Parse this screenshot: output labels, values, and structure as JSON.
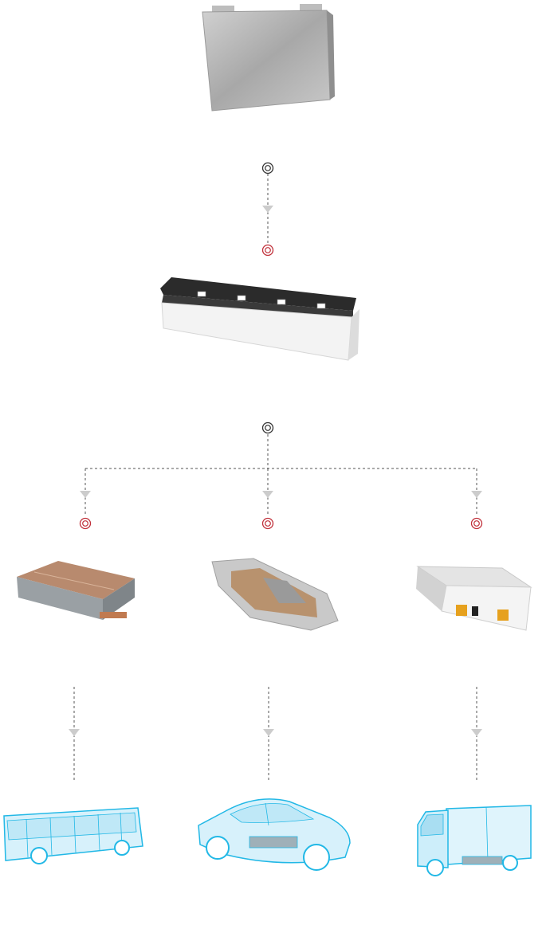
{
  "diagram": {
    "stages": [
      {
        "id": "cell",
        "icon": "battery-cell-icon"
      },
      {
        "id": "module",
        "icon": "battery-module-icon"
      },
      {
        "id": "packs",
        "items": [
          {
            "id": "pack-bus",
            "icon": "battery-pack-bus-icon"
          },
          {
            "id": "pack-car",
            "icon": "battery-pack-car-icon"
          },
          {
            "id": "pack-truck",
            "icon": "battery-pack-truck-icon"
          }
        ]
      },
      {
        "id": "vehicles",
        "items": [
          {
            "id": "bus",
            "icon": "bus-wireframe-icon"
          },
          {
            "id": "car",
            "icon": "car-wireframe-icon"
          },
          {
            "id": "truck",
            "icon": "truck-wireframe-icon"
          }
        ]
      }
    ],
    "colors": {
      "connector_line": "#555555",
      "node_dark": "#333333",
      "node_red": "#c0303a",
      "arrow": "#cccccc",
      "wireframe": "#22b8e6"
    }
  }
}
